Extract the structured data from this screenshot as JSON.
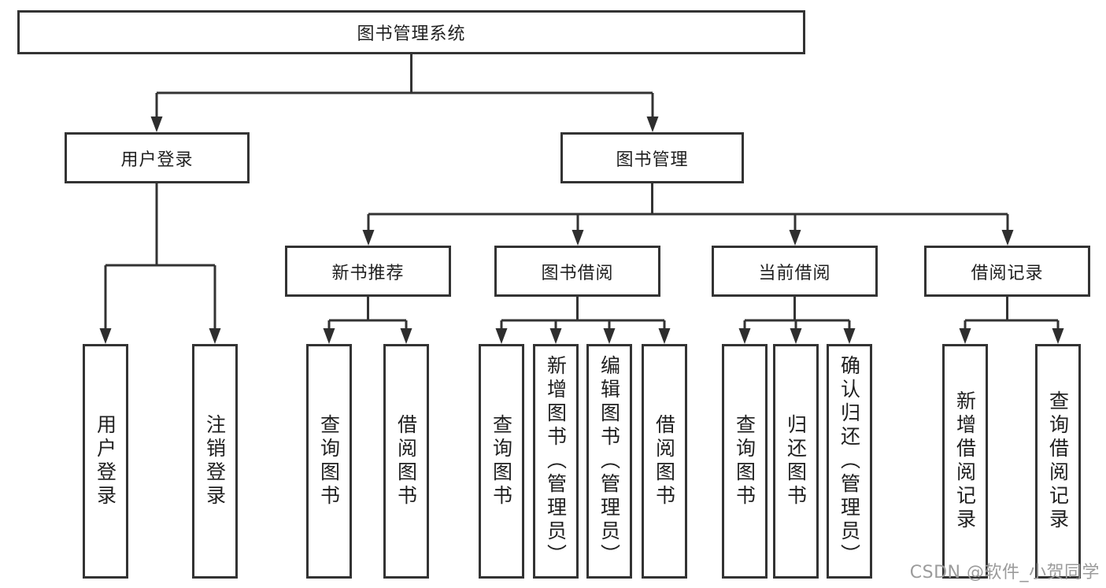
{
  "diagram": {
    "root": {
      "label": "图书管理系统"
    },
    "level2": [
      {
        "label": "用户登录"
      },
      {
        "label": "图书管理"
      }
    ],
    "level3": [
      {
        "label": "新书推荐"
      },
      {
        "label": "图书借阅"
      },
      {
        "label": "当前借阅"
      },
      {
        "label": "借阅记录"
      }
    ],
    "leaves": {
      "user_login_group": [
        {
          "label": "用户登录"
        },
        {
          "label": "注销登录"
        }
      ],
      "new_books_group": [
        {
          "label": "查询图书"
        },
        {
          "label": "借阅图书"
        }
      ],
      "book_borrow_group": [
        {
          "label": "查询图书"
        },
        {
          "label": "新增图书（管理员）"
        },
        {
          "label": "编辑图书（管理员）"
        },
        {
          "label": "借阅图书"
        }
      ],
      "current_borrow_group": [
        {
          "label": "查询图书"
        },
        {
          "label": "归还图书"
        },
        {
          "label": "确认归还（管理员）"
        }
      ],
      "borrow_records_group": [
        {
          "label": "新增借阅记录"
        },
        {
          "label": "查询借阅记录"
        }
      ]
    }
  },
  "watermark": {
    "text": "CSDN @软件_小贺同学"
  },
  "colors": {
    "line": "#333333",
    "arrow_fill": "#2e2e2e",
    "text": "#1f1f1f",
    "watermark": "#9b9b9b",
    "box_fill": "#ffffff",
    "background": "#ffffff"
  }
}
